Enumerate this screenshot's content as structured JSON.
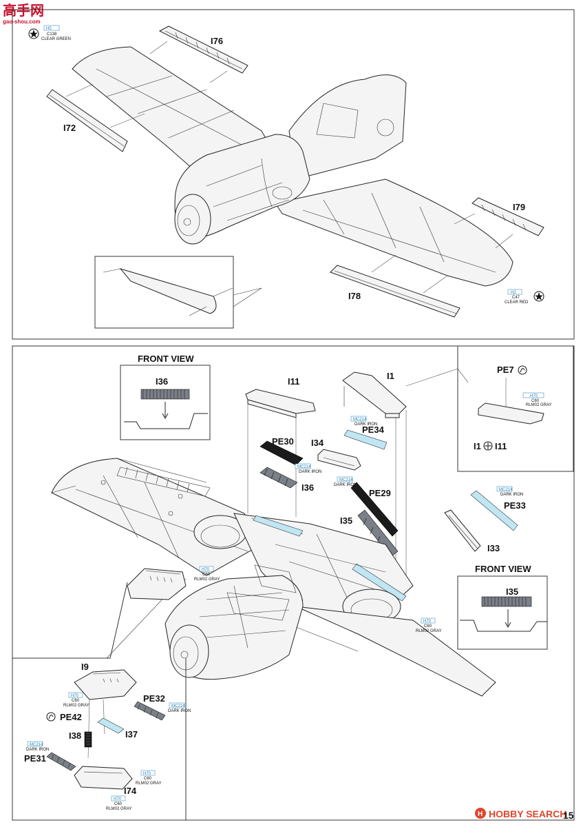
{
  "watermark_top": {
    "text": "高手网",
    "sub": "gao-shou.com"
  },
  "watermark_bottom": {
    "text": "HOBBY SEARCH"
  },
  "page_number": "15",
  "step1": {
    "callouts": {
      "tl": {
        "code": "H5",
        "num": "C138",
        "name": "CLEAR GREEN"
      },
      "br": {
        "code": "H2",
        "num": "C47",
        "name": "CLEAR RED"
      }
    },
    "parts": {
      "i76": "I76",
      "i72": "I72",
      "i79": "I79",
      "i78": "I78"
    }
  },
  "step2": {
    "front_view_a": {
      "title": "FRONT VIEW",
      "part": "I36"
    },
    "front_view_b": {
      "title": "FRONT VIEW",
      "part": "I35"
    },
    "parts": {
      "i11": "I11",
      "i1": "I1",
      "pe30": "PE30",
      "pe34": "PE34",
      "i34": "I34",
      "i36": "I36",
      "pe29": "PE29",
      "i35": "I35",
      "pe33": "PE33",
      "i33": "I33"
    },
    "detail": {
      "pe7": "PE7",
      "i1": "I1",
      "i11": "I11"
    },
    "paints": {
      "dark_iron_a": {
        "code": "MC214",
        "name": "DARK IRON"
      },
      "dark_iron_b": {
        "code": "MC214",
        "name": "DARK IRON"
      },
      "dark_iron_c": {
        "code": "MC214",
        "name": "DARK IRON"
      },
      "dark_iron_d": {
        "code": "MC214",
        "name": "DARK IRON"
      },
      "rlm02_a": {
        "code": "H70",
        "num": "C60",
        "name": "RLM02 GRAY"
      },
      "rlm02_b": {
        "code": "H70",
        "num": "C60",
        "name": "RLM02 GRAY"
      },
      "rlm02_c": {
        "code": "H70",
        "num": "C60",
        "name": "RLM02 GRAY"
      }
    }
  },
  "step3": {
    "parts": {
      "i9": "I9",
      "pe32": "PE32",
      "pe42": "PE42",
      "i37": "I37",
      "i38": "I38",
      "pe31": "PE31",
      "i74": "I74"
    },
    "paints": {
      "rlm02_a": {
        "code": "H70",
        "num": "C60",
        "name": "RLM02 GRAY"
      },
      "rlm02_b": {
        "code": "H70",
        "num": "C60",
        "name": "RLM02 GRAY"
      },
      "rlm02_c": {
        "code": "H70",
        "num": "C60",
        "name": "RLM02 GRAY"
      },
      "dark_iron_a": {
        "code": "MC214",
        "name": "DARK IRON"
      },
      "dark_iron_b": {
        "code": "MC214",
        "name": "DARK IRON"
      }
    }
  }
}
